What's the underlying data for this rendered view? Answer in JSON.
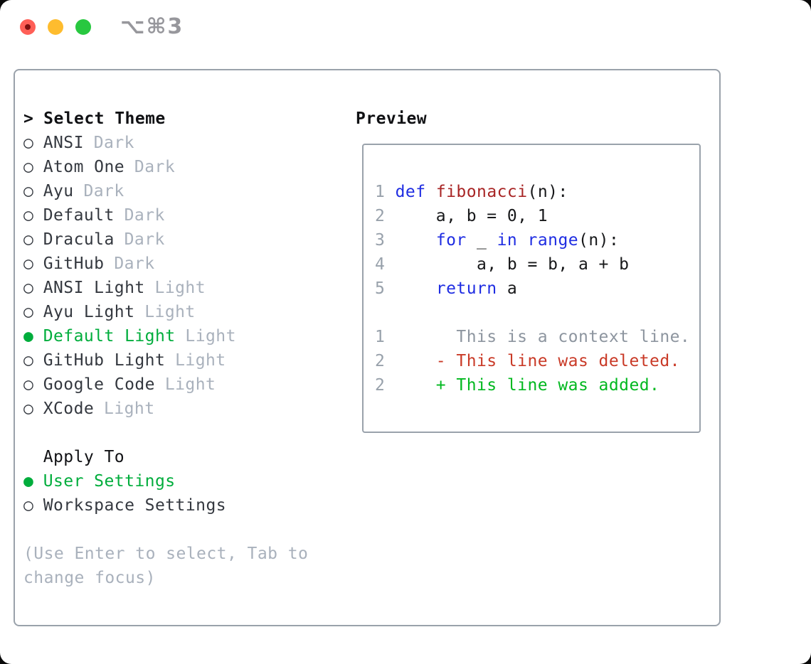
{
  "window": {
    "title": "⌥⌘3"
  },
  "glyphs": {
    "focus_prefix": ">",
    "radio_selected": "●",
    "radio_unselected": "○"
  },
  "theme_picker": {
    "header": {
      "prefix": ">",
      "label": "Select Theme"
    },
    "themes": [
      {
        "name": "ANSI",
        "tag": "Dark",
        "selected": false
      },
      {
        "name": "Atom One",
        "tag": "Dark",
        "selected": false
      },
      {
        "name": "Ayu",
        "tag": "Dark",
        "selected": false
      },
      {
        "name": "Default",
        "tag": "Dark",
        "selected": false
      },
      {
        "name": "Dracula",
        "tag": "Dark",
        "selected": false
      },
      {
        "name": "GitHub",
        "tag": "Dark",
        "selected": false
      },
      {
        "name": "ANSI Light",
        "tag": "Light",
        "selected": false
      },
      {
        "name": "Ayu Light",
        "tag": "Light",
        "selected": false
      },
      {
        "name": "Default Light",
        "tag": "Light",
        "selected": true
      },
      {
        "name": "GitHub Light",
        "tag": "Light",
        "selected": false
      },
      {
        "name": "Google Code",
        "tag": "Light",
        "selected": false
      },
      {
        "name": "XCode",
        "tag": "Light",
        "selected": false
      }
    ],
    "apply_to": {
      "label": "Apply To",
      "options": [
        {
          "name": "User Settings",
          "selected": true
        },
        {
          "name": "Workspace Settings",
          "selected": false
        }
      ]
    },
    "hint": "(Use Enter to select, Tab to change focus)"
  },
  "preview": {
    "heading": "Preview",
    "lines": [
      [
        {
          "c": "num",
          "t": "1 "
        },
        {
          "c": "kw",
          "t": "def"
        },
        {
          "c": "code",
          "t": " "
        },
        {
          "c": "fn",
          "t": "fibonacci"
        },
        {
          "c": "code",
          "t": "(n):"
        }
      ],
      [
        {
          "c": "num",
          "t": "2"
        },
        {
          "c": "code",
          "t": "     a, b = 0, 1"
        }
      ],
      [
        {
          "c": "num",
          "t": "3"
        },
        {
          "c": "code",
          "t": "     "
        },
        {
          "c": "kw",
          "t": "for"
        },
        {
          "c": "code",
          "t": " _ "
        },
        {
          "c": "kw",
          "t": "in"
        },
        {
          "c": "code",
          "t": " "
        },
        {
          "c": "kw",
          "t": "range"
        },
        {
          "c": "code",
          "t": "(n):"
        }
      ],
      [
        {
          "c": "num",
          "t": "4"
        },
        {
          "c": "code",
          "t": "         a, b = b, a + b"
        }
      ],
      [
        {
          "c": "num",
          "t": "5"
        },
        {
          "c": "code",
          "t": "     "
        },
        {
          "c": "kw",
          "t": "return"
        },
        {
          "c": "code",
          "t": " a"
        }
      ],
      [],
      [
        {
          "c": "num",
          "t": "1"
        },
        {
          "c": "ctx",
          "t": "       This is a context line."
        }
      ],
      [
        {
          "c": "num",
          "t": "2"
        },
        {
          "c": "del",
          "t": "     - This line was deleted."
        }
      ],
      [
        {
          "c": "num",
          "t": "2"
        },
        {
          "c": "add",
          "t": "     + This line was added."
        }
      ]
    ]
  },
  "colors": {
    "keyword_blue": "#1f2de2",
    "function_red": "#a82525",
    "deleted_red": "#c93a27",
    "added_green": "#01b81f",
    "selected_green": "#00ad3c",
    "muted_gray": "#a9b1bc",
    "line_number_gray": "#98a1ab",
    "context_gray": "#8d959f",
    "text_dark": "#34383f",
    "header_black": "#101114",
    "border_gray": "#9aa2ab",
    "traffic_red": "#ff5f57",
    "traffic_red_dot": "#7e1010",
    "traffic_yellow": "#febc2e",
    "traffic_green": "#28c840",
    "title_gray": "#97979c"
  }
}
